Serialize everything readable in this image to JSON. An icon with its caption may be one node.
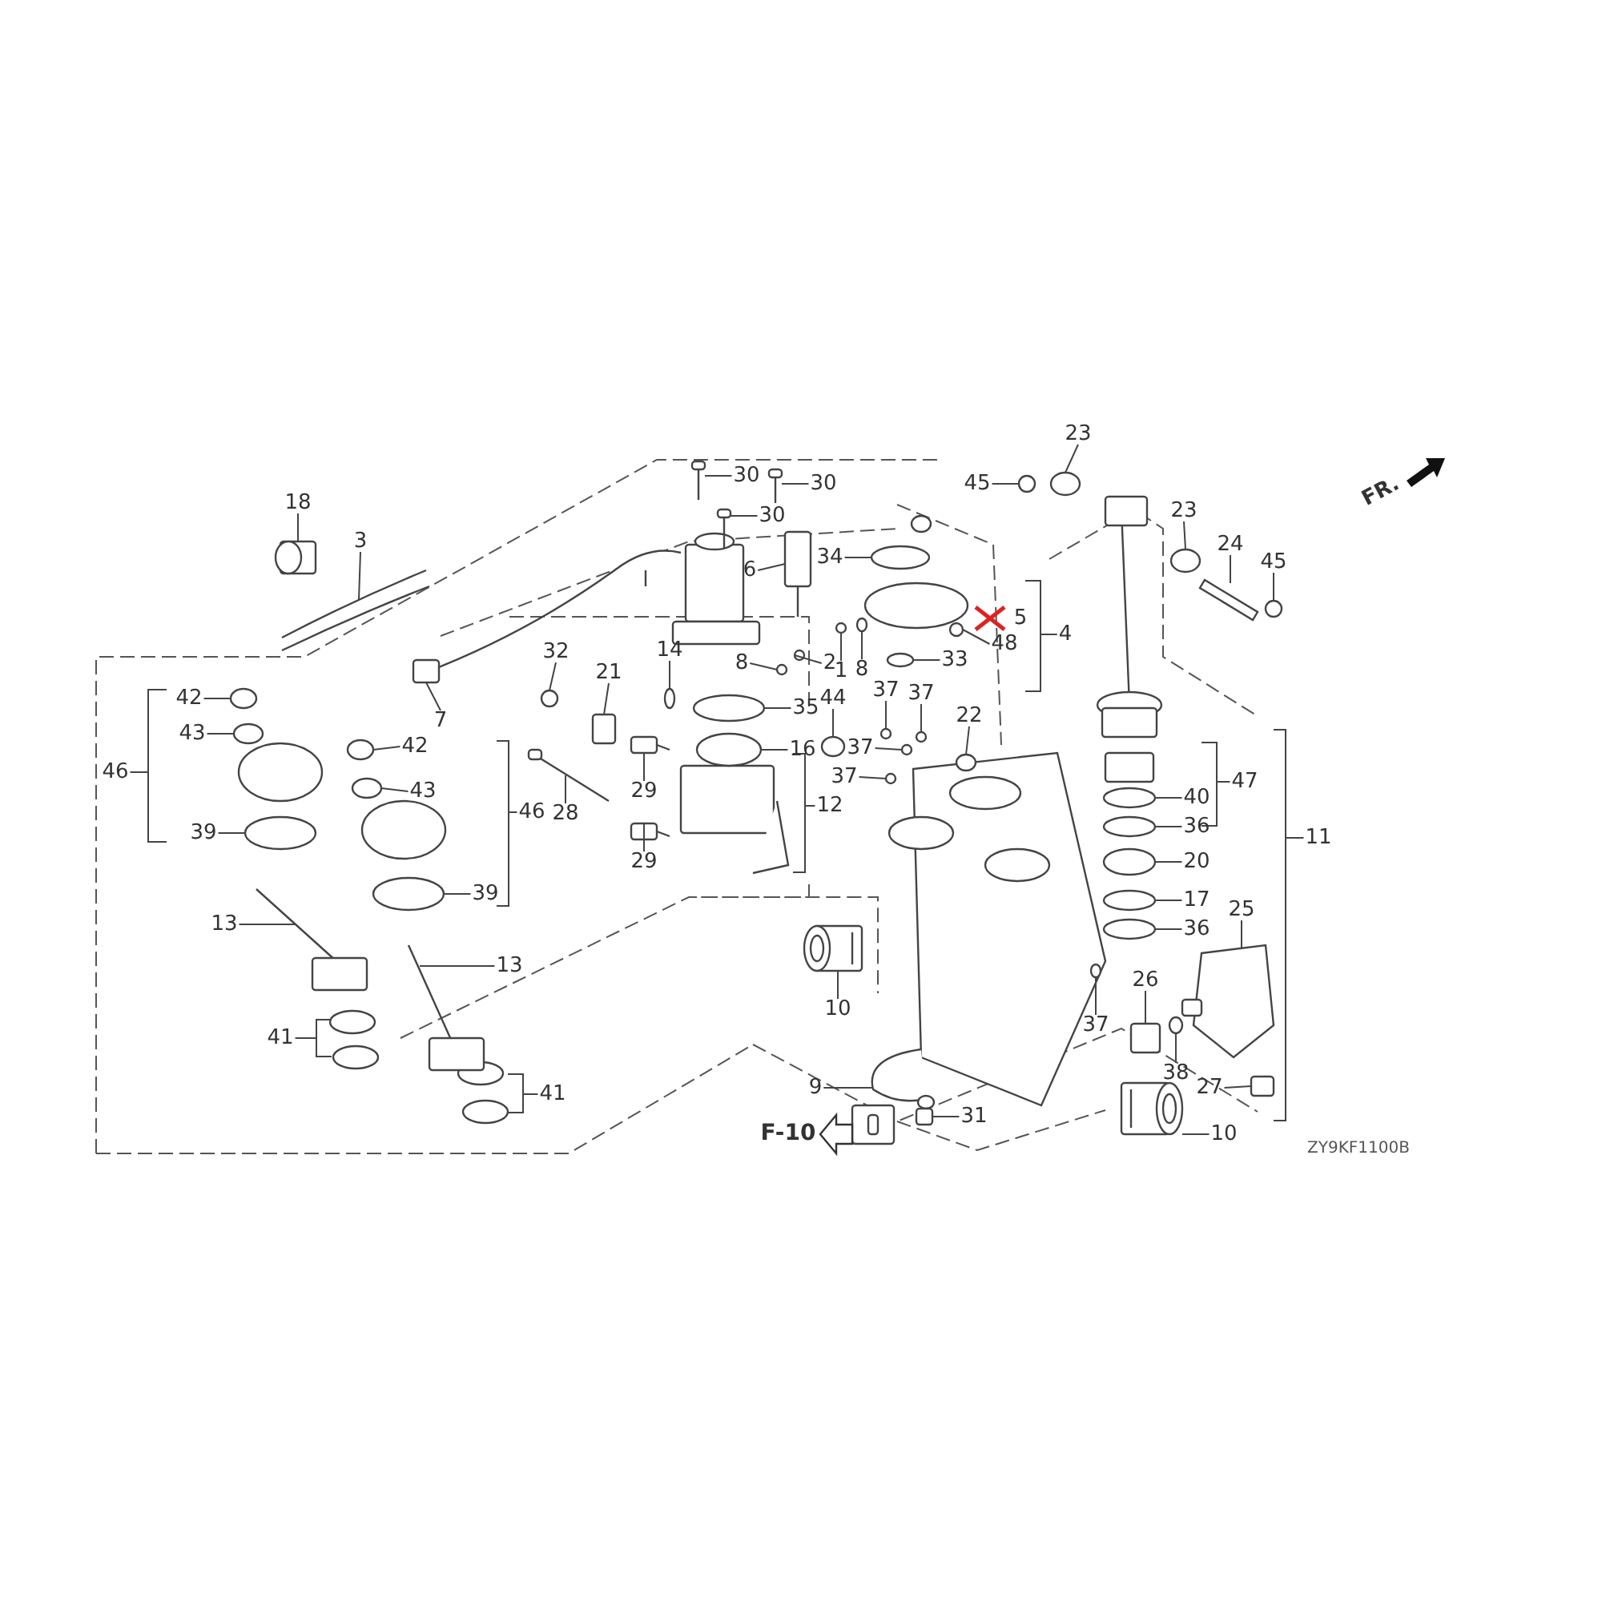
{
  "diagram": {
    "nodes": [
      {
        "text": [
          "23"
        ]
      },
      {
        "text": [
          "30"
        ]
      },
      {
        "text": [
          "45"
        ]
      },
      {
        "text": [
          "30"
        ]
      },
      {
        "text": [
          "18"
        ]
      },
      {
        "text": [
          "23"
        ]
      },
      {
        "text": [
          "30"
        ]
      },
      {
        "text": [
          "3"
        ]
      },
      {
        "text": [
          "24"
        ]
      },
      {
        "text": [
          "6"
        ]
      },
      {
        "text": [
          "34"
        ]
      },
      {
        "text": [
          "45"
        ]
      },
      {
        "text": [
          "7"
        ]
      },
      {
        "text": [
          "48"
        ]
      },
      {
        "text": [
          "4"
        ]
      },
      {
        "text": [
          "8"
        ]
      },
      {
        "text": [
          "14"
        ]
      },
      {
        "text": [
          "8"
        ]
      },
      {
        "text": [
          "2"
        ]
      },
      {
        "text": [
          "1"
        ]
      },
      {
        "text": [
          "32"
        ]
      },
      {
        "text": [
          "33"
        ]
      },
      {
        "text": [
          "21"
        ]
      },
      {
        "text": [
          "42"
        ]
      },
      {
        "text": [
          "37"
        ]
      },
      {
        "text": [
          "44"
        ]
      },
      {
        "text": [
          "35"
        ]
      },
      {
        "text": [
          "37"
        ]
      },
      {
        "text": [
          "43"
        ]
      },
      {
        "text": [
          "22"
        ]
      },
      {
        "text": [
          "37"
        ]
      },
      {
        "text": [
          "16"
        ]
      },
      {
        "text": [
          "42"
        ]
      },
      {
        "text": [
          "29"
        ]
      },
      {
        "text": [
          "46"
        ]
      },
      {
        "text": [
          "37"
        ]
      },
      {
        "text": [
          "47"
        ]
      },
      {
        "text": [
          "43"
        ]
      },
      {
        "text": [
          "28"
        ]
      },
      {
        "text": [
          "40"
        ]
      },
      {
        "text": [
          "12"
        ]
      },
      {
        "text": [
          "46"
        ]
      },
      {
        "text": [
          "36"
        ]
      },
      {
        "text": [
          "39"
        ]
      },
      {
        "text": [
          "11"
        ]
      },
      {
        "text": [
          "29"
        ]
      },
      {
        "text": [
          "20"
        ]
      },
      {
        "text": [
          "39"
        ]
      },
      {
        "text": [
          "17"
        ]
      },
      {
        "text": [
          "25"
        ]
      },
      {
        "text": [
          "13"
        ]
      },
      {
        "text": [
          "36"
        ]
      },
      {
        "text": [
          "13"
        ]
      },
      {
        "text": [
          "26"
        ]
      },
      {
        "text": [
          "10"
        ]
      },
      {
        "text": [
          "37"
        ]
      },
      {
        "text": [
          "41"
        ]
      },
      {
        "text": [
          "38"
        ]
      },
      {
        "text": [
          "9"
        ]
      },
      {
        "text": [
          "27"
        ]
      },
      {
        "text": [
          "41"
        ]
      },
      {
        "text": [
          "31"
        ]
      },
      {
        "text": [
          "10"
        ]
      },
      {
        "text": [],
        "shape": "bracket"
      },
      {
        "text": [],
        "shape": "bracket"
      },
      {
        "text": [],
        "shape": "bracket"
      },
      {
        "text": [],
        "shape": "bracket"
      },
      {
        "text": [],
        "shape": "bracket"
      },
      {
        "text": [],
        "shape": "bracket"
      },
      {
        "text": [],
        "shape": "bracket"
      },
      {
        "text": [],
        "shape": "bracket"
      },
      {
        "text": [],
        "shape": "circle"
      },
      {
        "text": [],
        "shape": "picture"
      },
      {
        "text": [],
        "shape": "circle"
      },
      {
        "text": [],
        "shape": "picture"
      },
      {
        "text": [],
        "shape": "picture"
      },
      {
        "text": [],
        "shape": "circle"
      },
      {
        "text": [],
        "shape": "picture"
      },
      {
        "text": [],
        "shape": "picture"
      },
      {
        "text": [],
        "shape": "picture"
      },
      {
        "text": [],
        "shape": "picture"
      },
      {
        "text": [],
        "shape": "circle"
      },
      {
        "text": [],
        "shape": "circle"
      },
      {
        "text": [],
        "shape": "box"
      },
      {
        "text": [],
        "shape": "circle"
      },
      {
        "text": [],
        "shape": "circle"
      },
      {
        "text": [],
        "shape": "circle"
      },
      {
        "text": [],
        "shape": "circle"
      },
      {
        "text": [],
        "shape": "circle"
      },
      {
        "text": [],
        "shape": "circle"
      },
      {
        "text": [],
        "shape": "circle"
      },
      {
        "text": [],
        "shape": "circle"
      },
      {
        "text": [],
        "shape": "box"
      },
      {
        "text": [],
        "shape": "circle"
      },
      {
        "text": [],
        "shape": "circle"
      },
      {
        "text": [],
        "shape": "circle"
      },
      {
        "text": [],
        "shape": "circle"
      },
      {
        "text": [],
        "shape": "circle"
      },
      {
        "text": [],
        "shape": "circle"
      },
      {
        "text": [],
        "shape": "circle"
      },
      {
        "text": [],
        "shape": "circle"
      },
      {
        "text": [],
        "shape": "circle"
      },
      {
        "text": [],
        "shape": "circle"
      },
      {
        "text": [],
        "shape": "picture"
      },
      {
        "text": [],
        "shape": "circle"
      },
      {
        "text": [],
        "shape": "circle"
      },
      {
        "text": [],
        "shape": "picture"
      },
      {
        "text": [],
        "shape": "circle"
      },
      {
        "text": [],
        "shape": "circle"
      },
      {
        "text": [],
        "shape": "circle"
      },
      {
        "text": [],
        "shape": "picture"
      },
      {
        "text": [],
        "shape": "circle"
      },
      {
        "text": [],
        "shape": "circle"
      },
      {
        "text": [],
        "shape": "circle"
      },
      {
        "text": [],
        "shape": "picture"
      },
      {
        "text": [],
        "shape": "picture"
      },
      {
        "text": [],
        "shape": "circle"
      },
      {
        "text": [],
        "shape": "picture"
      },
      {
        "text": [],
        "shape": "box"
      },
      {
        "text": [],
        "shape": "picture"
      },
      {
        "text": [],
        "shape": "circle"
      },
      {
        "text": [],
        "shape": "circle"
      },
      {
        "text": [],
        "shape": "picture"
      },
      {
        "text": [],
        "shape": "box"
      },
      {
        "text": [],
        "shape": "box"
      },
      {
        "text": [],
        "shape": "picture"
      }
    ],
    "edges": [
      {
        "from": 0,
        "to": 71,
        "arrow": "none"
      },
      {
        "from": 1,
        "to": 72,
        "arrow": "none"
      },
      {
        "from": 2,
        "to": 73,
        "arrow": "none"
      },
      {
        "from": 3,
        "to": 74,
        "arrow": "none"
      },
      {
        "from": 4,
        "to": 75,
        "arrow": "none"
      },
      {
        "from": 5,
        "to": 76,
        "arrow": "none"
      },
      {
        "from": 6,
        "to": 77,
        "arrow": "none"
      },
      {
        "from": 7,
        "to": 78,
        "arrow": "none"
      },
      {
        "from": 8,
        "to": 79,
        "arrow": "none"
      },
      {
        "from": 9,
        "to": 80,
        "arrow": "none"
      },
      {
        "from": 10,
        "to": 81,
        "arrow": "none"
      },
      {
        "from": 11,
        "to": 82,
        "arrow": "none"
      },
      {
        "from": 12,
        "to": 83,
        "arrow": "none"
      },
      {
        "from": 13,
        "to": 84,
        "arrow": "none"
      },
      {
        "from": 14,
        "to": 63,
        "arrow": "none"
      },
      {
        "from": 15,
        "to": 85,
        "arrow": "none"
      },
      {
        "from": 16,
        "to": 86,
        "arrow": "none"
      },
      {
        "from": 17,
        "to": 87,
        "arrow": "none"
      },
      {
        "from": 18,
        "to": 88,
        "arrow": "none"
      },
      {
        "from": 19,
        "to": 89,
        "arrow": "none"
      },
      {
        "from": 20,
        "to": 90,
        "arrow": "none"
      },
      {
        "from": 21,
        "to": 91,
        "arrow": "none"
      },
      {
        "from": 22,
        "to": 92,
        "arrow": "none"
      },
      {
        "from": 23,
        "to": 93,
        "arrow": "none"
      },
      {
        "from": 24,
        "to": 94,
        "arrow": "none"
      },
      {
        "from": 25,
        "to": 95,
        "arrow": "none"
      },
      {
        "from": 26,
        "to": 96,
        "arrow": "none"
      },
      {
        "from": 27,
        "to": 97,
        "arrow": "none"
      },
      {
        "from": 28,
        "to": 98,
        "arrow": "none"
      },
      {
        "from": 29,
        "to": 99,
        "arrow": "none"
      },
      {
        "from": 30,
        "to": 100,
        "arrow": "none"
      },
      {
        "from": 31,
        "to": 101,
        "arrow": "none"
      },
      {
        "from": 32,
        "to": 102,
        "arrow": "none"
      },
      {
        "from": 33,
        "to": 103,
        "arrow": "none"
      },
      {
        "from": 34,
        "to": 67,
        "arrow": "none"
      },
      {
        "from": 35,
        "to": 104,
        "arrow": "none"
      },
      {
        "from": 36,
        "to": 64,
        "arrow": "none"
      },
      {
        "from": 37,
        "to": 105,
        "arrow": "none"
      },
      {
        "from": 38,
        "to": 106,
        "arrow": "none"
      },
      {
        "from": 39,
        "to": 107,
        "arrow": "none"
      },
      {
        "from": 40,
        "to": 66,
        "arrow": "none"
      },
      {
        "from": 41,
        "to": 68,
        "arrow": "none"
      },
      {
        "from": 42,
        "to": 108,
        "arrow": "none"
      },
      {
        "from": 43,
        "to": 109,
        "arrow": "none"
      },
      {
        "from": 44,
        "to": 65,
        "arrow": "none"
      },
      {
        "from": 45,
        "to": 110,
        "arrow": "none"
      },
      {
        "from": 46,
        "to": 111,
        "arrow": "none"
      },
      {
        "from": 47,
        "to": 112,
        "arrow": "none"
      },
      {
        "from": 48,
        "to": 113,
        "arrow": "none"
      },
      {
        "from": 49,
        "to": 114,
        "arrow": "none"
      },
      {
        "from": 50,
        "to": 115,
        "arrow": "none"
      },
      {
        "from": 51,
        "to": 116,
        "arrow": "none"
      },
      {
        "from": 52,
        "to": 117,
        "arrow": "none"
      },
      {
        "from": 53,
        "to": 118,
        "arrow": "none"
      },
      {
        "from": 54,
        "to": 119,
        "arrow": "none"
      },
      {
        "from": 55,
        "to": 120,
        "arrow": "none"
      },
      {
        "from": 56,
        "to": 69,
        "arrow": "none"
      },
      {
        "from": 57,
        "to": 121,
        "arrow": "none"
      },
      {
        "from": 58,
        "to": 122,
        "arrow": "none"
      },
      {
        "from": 59,
        "to": 123,
        "arrow": "none"
      },
      {
        "from": 60,
        "to": 70,
        "arrow": "none"
      },
      {
        "from": 61,
        "to": 124,
        "arrow": "none"
      },
      {
        "from": 62,
        "to": 125,
        "arrow": "none"
      }
    ],
    "labels": [
      "FR.",
      "5",
      "F-10",
      "ZY9KF1100B"
    ]
  }
}
